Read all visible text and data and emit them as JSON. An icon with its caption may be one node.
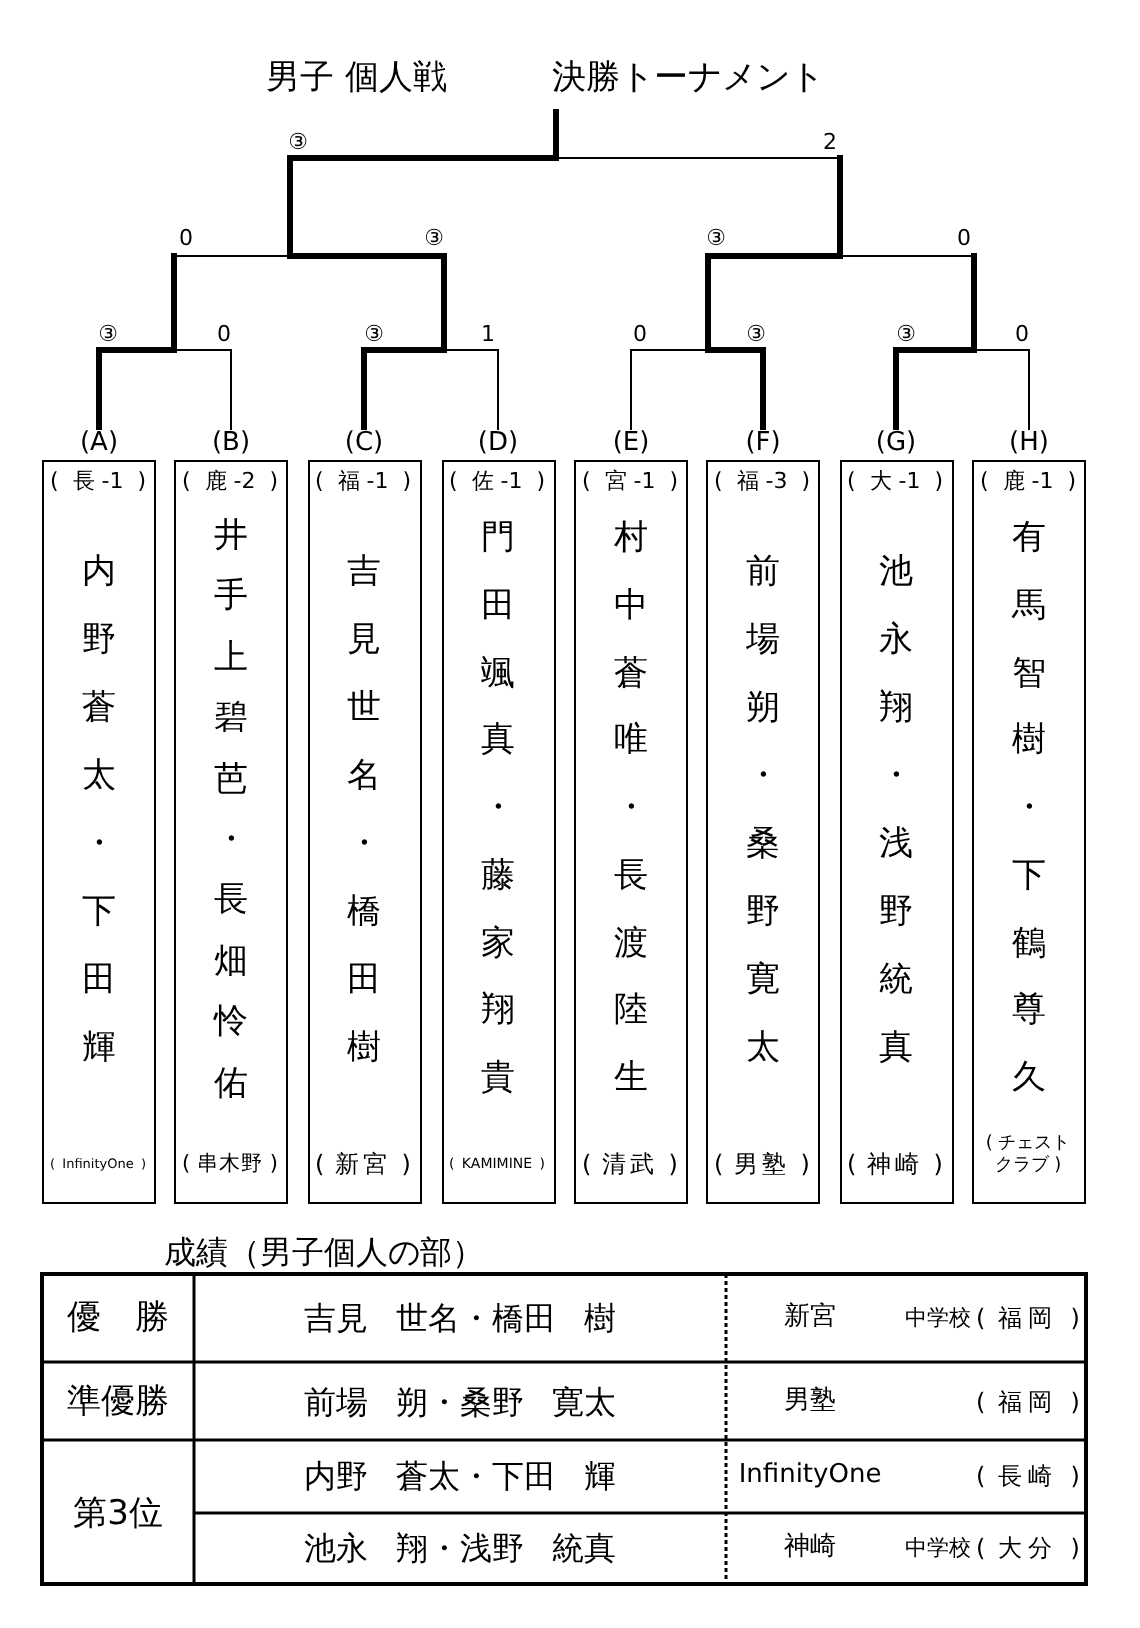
{
  "diagram": {
    "title": "男子 個人戦",
    "nodes": [
      {
        "text": [
          "(A)",
          "( 長-1 )",
          "内野蒼太・下田輝",
          "( InfinityOne )"
        ]
      },
      {
        "text": [
          "(B)",
          "( 鹿-2 )",
          "井手上碧芭・長畑怜佑",
          "( 串木野 )"
        ]
      },
      {
        "text": [
          "(C)",
          "( 福-1 )",
          "吉見世名・橋田樹",
          "( 新宮 )"
        ]
      },
      {
        "text": [
          "(D)",
          "( 佐-1 )",
          "門田颯真・藤家翔貴",
          "( KAMIMINE )"
        ]
      },
      {
        "text": [
          "(E)",
          "( 宮-1 )",
          "村中蒼唯・長渡陸生",
          "( 清武 )"
        ]
      },
      {
        "text": [
          "(F)",
          "( 福-3 )",
          "前場朔・桑野寛太",
          "( 男塾 )"
        ]
      },
      {
        "text": [
          "(G)",
          "( 大-1 )",
          "池永翔・浅野統真",
          "( 神崎 )"
        ]
      },
      {
        "text": [
          "(H)",
          "( 鹿-1 )",
          "有馬智樹・下鶴尊久",
          "( チェストクラブ )"
        ]
      }
    ],
    "edges": [
      {
        "from": 0,
        "to": null,
        "arrow": "none",
        "label": "③",
        "style": "thick"
      },
      {
        "from": 1,
        "to": null,
        "arrow": "none",
        "label": "0"
      },
      {
        "from": 2,
        "to": null,
        "arrow": "none",
        "label": "③",
        "style": "thick"
      },
      {
        "from": 3,
        "to": null,
        "arrow": "none",
        "label": "1"
      },
      {
        "from": 4,
        "to": null,
        "arrow": "none",
        "label": "0"
      },
      {
        "from": 5,
        "to": null,
        "arrow": "none",
        "label": "③",
        "style": "thick"
      },
      {
        "from": 6,
        "to": null,
        "arrow": "none",
        "label": "③",
        "style": "thick"
      },
      {
        "from": 7,
        "to": null,
        "arrow": "none",
        "label": "0"
      }
    ],
    "labels": [
      "決勝トーナメント",
      "③",
      "2",
      "0",
      "③",
      "③",
      "0",
      "成績（男子個人の部）",
      "優　勝",
      "吉見 世名・橋田 樹",
      "新宮",
      "中学校",
      "( 福岡 )",
      "準優勝",
      "前場 朔・桑野 寛太",
      "男塾",
      "( 福岡 )",
      "第3位",
      "内野 蒼太・下田 輝",
      "InfinityOne",
      "( 長崎 )",
      "池永 翔・浅野 統真",
      "神崎",
      "中学校",
      "( 大分 )"
    ]
  }
}
